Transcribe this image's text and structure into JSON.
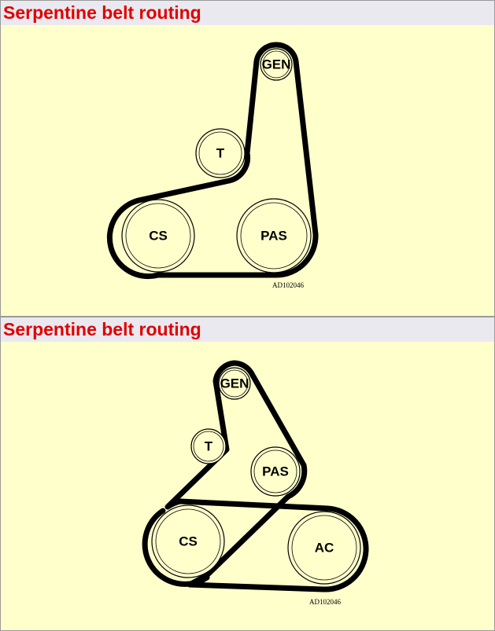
{
  "panels": [
    {
      "title": "Serpentine belt routing",
      "pulleys": {
        "gen": "GEN",
        "t": "T",
        "cs": "CS",
        "pas": "PAS"
      },
      "code": "AD102046"
    },
    {
      "title": "Serpentine belt routing",
      "pulleys": {
        "gen": "GEN",
        "t": "T",
        "pas": "PAS",
        "cs": "CS",
        "ac": "AC"
      },
      "code": "AD102046"
    }
  ]
}
